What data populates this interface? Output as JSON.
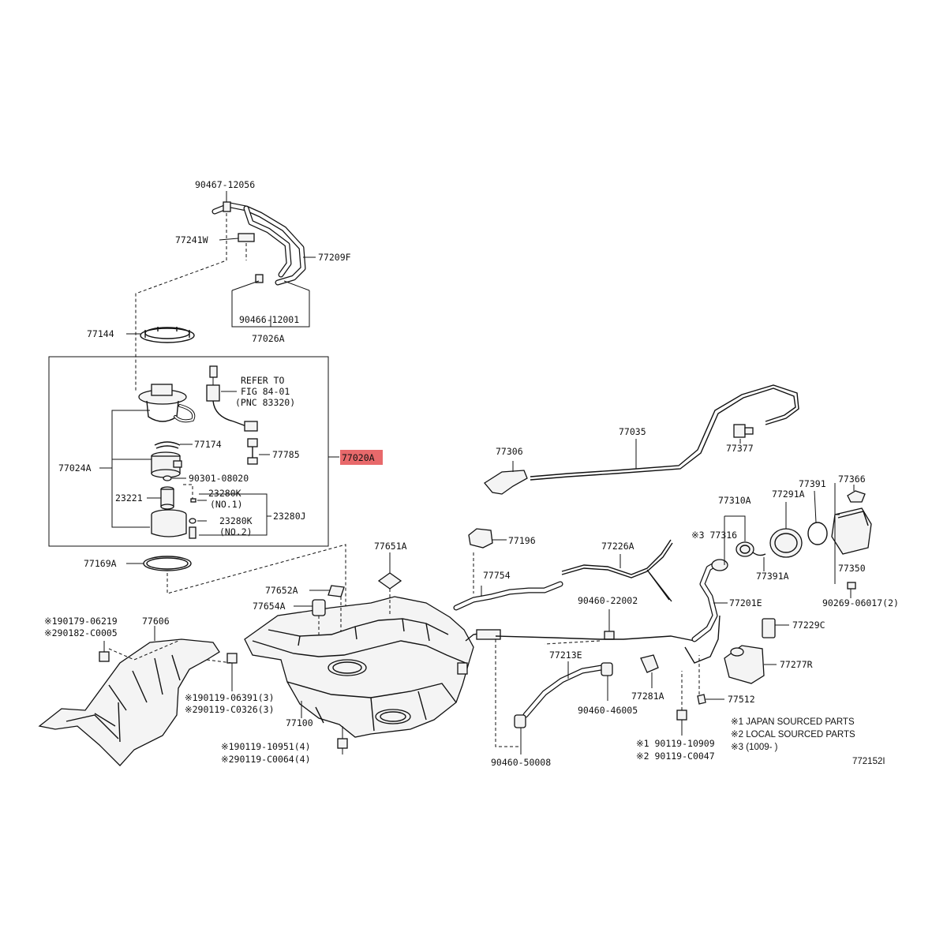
{
  "labels": {
    "p90467_12056": "90467-12056",
    "p77241w": "77241W",
    "p77209f": "77209F",
    "p90466_12001": "90466-12001",
    "p77026a": "77026A",
    "p77144": "77144",
    "refer": [
      "REFER TO",
      "FIG 84-01",
      "(PNC 83320)"
    ],
    "p77174": "77174",
    "p77785": "77785",
    "p77020a": "77020A",
    "p77024a": "77024A",
    "p90301_08020": "90301-08020",
    "p23221": "23221",
    "p23280k_1": "23280K",
    "no1": "(NO.1)",
    "p23280k_2": "23280K",
    "no2": "(NO.2)",
    "p23280j": "23280J",
    "p77169a": "77169A",
    "p77606": "77606",
    "r190179": "※190179-06219",
    "r290182": "※290182-C0005",
    "p77651a": "77651A",
    "p77652a": "77652A",
    "p77654a": "77654A",
    "r190119_06391": "※190119-06391(3)",
    "r290119_c0326": "※290119-C0326(3)",
    "p77100": "77100",
    "r190119_10951": "※190119-10951(4)",
    "r290119_c0064": "※290119-C0064(4)",
    "p77306": "77306",
    "p77035": "77035",
    "p77377": "77377",
    "p77196": "77196",
    "p77754": "77754",
    "p77226a": "77226A",
    "p90460_22002": "90460-22002",
    "p77213e": "77213E",
    "p90460_46005": "90460-46005",
    "p90460_50008": "90460-50008",
    "p77281a": "77281A",
    "r1_90119_10909": "※1 90119-10909",
    "r2_90119_c0047": "※2 90119-C0047",
    "p77310a": "77310A",
    "p77316": "※3 77316",
    "p77291a": "77291A",
    "p77391": "77391",
    "p77366": "77366",
    "p77391a": "77391A",
    "p77350": "77350",
    "p90269": "90269-06017(2)",
    "p77201e": "77201E",
    "p77229c": "77229C",
    "p77277r": "77277R",
    "p77512": "77512",
    "notes": [
      "※1 JAPAN SOURCED PARTS",
      "※2 LOCAL SOURCED PARTS",
      "※3 (1009-      )"
    ],
    "fig_id": "772152I"
  },
  "highlight_color": "#e8696b"
}
